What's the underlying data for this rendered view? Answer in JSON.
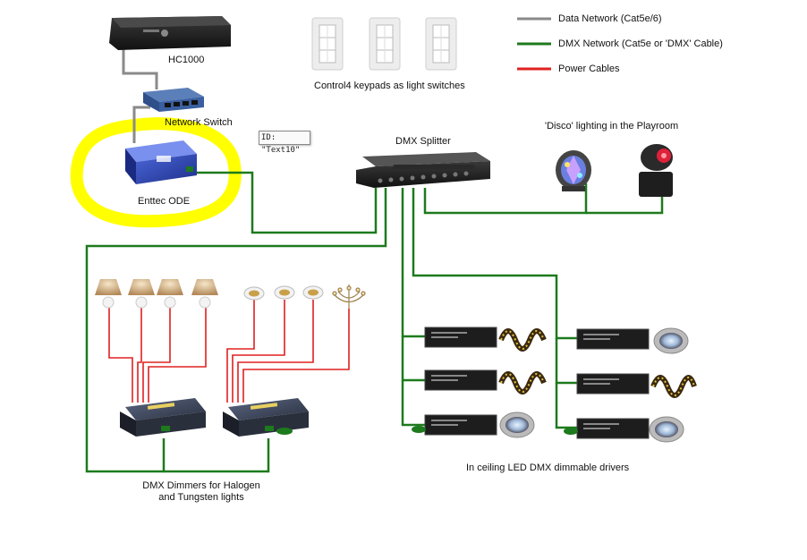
{
  "legend": {
    "items": [
      {
        "label": "Data Network (Cat5e/6)",
        "color": "#8a8a8a"
      },
      {
        "label": "DMX Network (Cat5e or 'DMX' Cable)",
        "color": "#1d7a1d"
      },
      {
        "label": "Power Cables",
        "color": "#e02020"
      }
    ]
  },
  "labels": {
    "hc1000": "HC1000",
    "network_switch": "Network Switch",
    "enttec_ode": "Enttec ODE",
    "keypads": "Control4 keypads as light switches",
    "dmx_splitter": "DMX Splitter",
    "disco": "'Disco' lighting in the Playroom",
    "dimmers_line1": "DMX Dimmers for Halogen",
    "dimmers_line2": "and Tungsten lights",
    "led_drivers": "In ceiling LED DMX dimmable drivers",
    "tooltip": "ID: \"Text10\""
  },
  "colors": {
    "data_network": "#8a8a8a",
    "dmx_network": "#1d7a1d",
    "power": "#e02020",
    "highlight": "#ffff00"
  }
}
